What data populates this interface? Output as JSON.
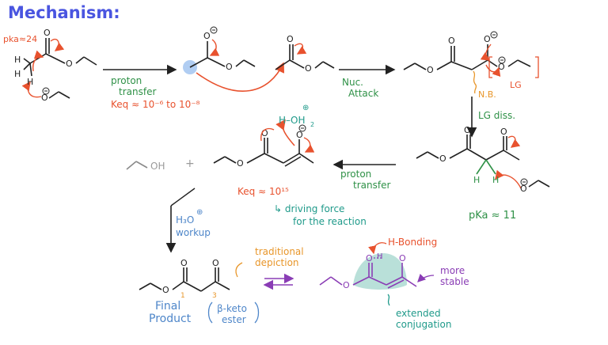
{
  "title": "Mechanism:",
  "labels": {
    "pka_ester": "pka≈24",
    "h_top": "H",
    "h_left": "H",
    "h_bottom": "H",
    "proton_transfer_1a": "proton",
    "proton_transfer_1b": "transfer",
    "keq1": "Keq ≈ 10⁻⁶ to 10⁻⁸",
    "nuc_attack_1": "Nuc.",
    "nuc_attack_2": "Attack",
    "nb": "N.B.",
    "lg": "LG",
    "lg_diss": "LG diss.",
    "proton_transfer_2a": "proton",
    "proton_transfer_2b": "transfer",
    "pka_11": "pKa ≈ 11",
    "h_h2o": "H–OH",
    "h2o_sub": "2",
    "ethanol": "OH",
    "plus": "+",
    "keq2": "Keq ≈ 10¹⁵",
    "driving_1": "↳ driving force",
    "driving_2": "for the reaction",
    "h3o": "H₃O",
    "workup": "workup",
    "traditional_1": "traditional",
    "traditional_2": "depiction",
    "final_1": "Final",
    "final_2": "Product",
    "beta_keto_1": "β-keto",
    "beta_keto_2": "ester",
    "h_bonding": "H-Bonding",
    "more_1": "more",
    "more_2": "stable",
    "extended_1": "extended",
    "extended_2": "conjugation",
    "num_1": "1",
    "num_3": "3",
    "o": "O",
    "h_small": "H"
  },
  "colors": {
    "title": "#4a55e0",
    "red": "#e8522e",
    "green": "#2f9147",
    "teal": "#1f9a8a",
    "blue": "#4e86c9",
    "orange": "#e8962a",
    "purple": "#8a3db5",
    "highlight": "#a8d8d0",
    "blue_dot": "#9cc0ef"
  }
}
